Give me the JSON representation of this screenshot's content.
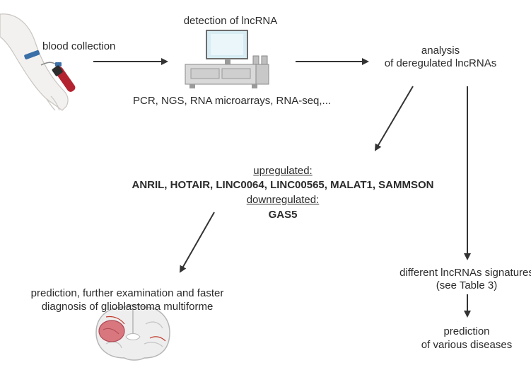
{
  "steps": {
    "blood_collection": "blood collection",
    "detection_title": "detection of lncRNA",
    "detection_methods": "PCR, NGS, RNA microarrays, RNA-seq,...",
    "analysis_line1": "analysis",
    "analysis_line2": "of deregulated lncRNAs"
  },
  "results": {
    "upregulated_label": "upregulated:",
    "upregulated_list": "ANRIL, HOTAIR, LINC0064, LINC00565, MALAT1, SAMMSON",
    "downregulated_label": "downregulated:",
    "downregulated_list": "GAS5"
  },
  "outcome_left": {
    "line1": "prediction, further examination and faster",
    "line2": "diagnosis of glioblastoma multiforme"
  },
  "outcome_right": {
    "signatures_line1": "different lncRNAs signatures",
    "signatures_line2": "(see Table 3)",
    "prediction_line1": "prediction",
    "prediction_line2": "of various diseases"
  }
}
